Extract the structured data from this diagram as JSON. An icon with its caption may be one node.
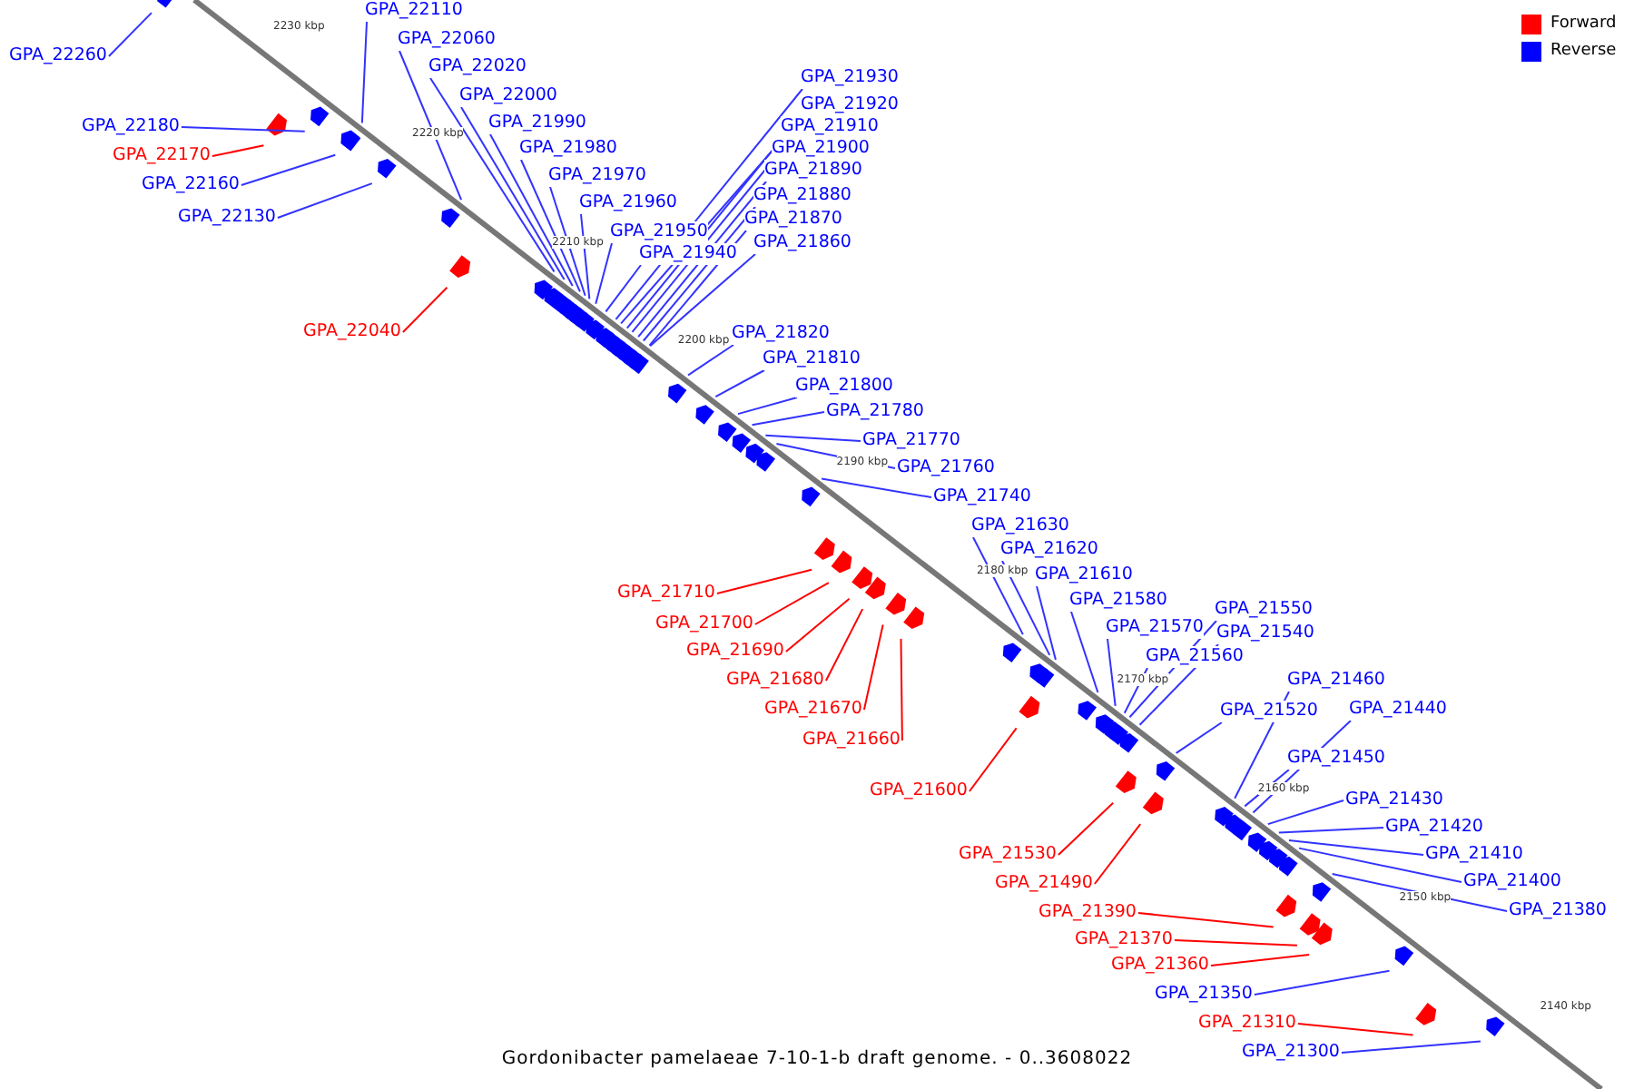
{
  "diagram": {
    "caption": "Gordonibacter pamelaeae 7-10-1-b draft genome. - 0..3608022",
    "nodes": [
      {
        "text": [
          "GPA_22110"
        ]
      },
      {
        "text": [
          "GPA_22060"
        ]
      },
      {
        "text": [
          "GPA_22260"
        ]
      },
      {
        "text": [
          "GPA_22020"
        ]
      },
      {
        "text": [
          "GPA_21930"
        ]
      },
      {
        "text": [
          "GPA_22000"
        ]
      },
      {
        "text": [
          "GPA_21920"
        ]
      },
      {
        "text": [
          "GPA_21990"
        ]
      },
      {
        "text": [
          "GPA_22180"
        ]
      },
      {
        "text": [
          "GPA_21910"
        ]
      },
      {
        "text": [
          "GPA_21980"
        ]
      },
      {
        "text": [
          "GPA_21900"
        ]
      },
      {
        "text": [
          "GPA_22170"
        ]
      },
      {
        "text": [
          "GPA_21890"
        ]
      },
      {
        "text": [
          "GPA_21970"
        ]
      },
      {
        "text": [
          "GPA_22160"
        ]
      },
      {
        "text": [
          "GPA_21880"
        ]
      },
      {
        "text": [
          "GPA_21960"
        ]
      },
      {
        "text": [
          "GPA_22130"
        ]
      },
      {
        "text": [
          "GPA_21870"
        ]
      },
      {
        "text": [
          "GPA_21950"
        ]
      },
      {
        "text": [
          "GPA_21860"
        ]
      },
      {
        "text": [
          "GPA_21940"
        ]
      },
      {
        "text": [
          "GPA_22040"
        ]
      },
      {
        "text": [
          "GPA_21820"
        ]
      },
      {
        "text": [
          "GPA_21810"
        ]
      },
      {
        "text": [
          "GPA_21800"
        ]
      },
      {
        "text": [
          "GPA_21780"
        ]
      },
      {
        "text": [
          "GPA_21770"
        ]
      },
      {
        "text": [
          "GPA_21760"
        ]
      },
      {
        "text": [
          "GPA_21740"
        ]
      },
      {
        "text": [
          "GPA_21630"
        ]
      },
      {
        "text": [
          "GPA_21620"
        ]
      },
      {
        "text": [
          "GPA_21610"
        ]
      },
      {
        "text": [
          "GPA_21710"
        ]
      },
      {
        "text": [
          "GPA_21580"
        ]
      },
      {
        "text": [
          "GPA_21550"
        ]
      },
      {
        "text": [
          "GPA_21700"
        ]
      },
      {
        "text": [
          "GPA_21570"
        ]
      },
      {
        "text": [
          "GPA_21540"
        ]
      },
      {
        "text": [
          "GPA_21690"
        ]
      },
      {
        "text": [
          "GPA_21560"
        ]
      },
      {
        "text": [
          "GPA_21460"
        ]
      },
      {
        "text": [
          "GPA_21680"
        ]
      },
      {
        "text": [
          "GPA_21520"
        ]
      },
      {
        "text": [
          "GPA_21440"
        ]
      },
      {
        "text": [
          "GPA_21670"
        ]
      },
      {
        "text": [
          "GPA_21660"
        ]
      },
      {
        "text": [
          "GPA_21450"
        ]
      },
      {
        "text": [
          "GPA_21600"
        ]
      },
      {
        "text": [
          "GPA_21430"
        ]
      },
      {
        "text": [
          "GPA_21420"
        ]
      },
      {
        "text": [
          "GPA_21530"
        ]
      },
      {
        "text": [
          "GPA_21410"
        ]
      },
      {
        "text": [
          "GPA_21490"
        ]
      },
      {
        "text": [
          "GPA_21400"
        ]
      },
      {
        "text": [
          "GPA_21390"
        ]
      },
      {
        "text": [
          "GPA_21380"
        ]
      },
      {
        "text": [
          "GPA_21370"
        ]
      },
      {
        "text": [
          "GPA_21360"
        ]
      },
      {
        "text": [
          "GPA_21350"
        ]
      },
      {
        "text": [
          "GPA_21310"
        ]
      },
      {
        "text": [
          "GPA_21300"
        ]
      }
    ],
    "edges": [
      {
        "from": 0,
        "to": null,
        "arrow": "none"
      },
      {
        "from": 1,
        "to": null,
        "arrow": "none"
      },
      {
        "from": 2,
        "to": null,
        "arrow": "none"
      },
      {
        "from": 3,
        "to": null,
        "arrow": "none"
      },
      {
        "from": 4,
        "to": null,
        "arrow": "none"
      },
      {
        "from": 5,
        "to": null,
        "arrow": "none"
      },
      {
        "from": 6,
        "to": null,
        "arrow": "none"
      },
      {
        "from": 7,
        "to": null,
        "arrow": "none"
      },
      {
        "from": 8,
        "to": null,
        "arrow": "none"
      },
      {
        "from": 9,
        "to": null,
        "arrow": "none"
      },
      {
        "from": 10,
        "to": null,
        "arrow": "none"
      },
      {
        "from": 11,
        "to": null,
        "arrow": "none"
      },
      {
        "from": 12,
        "to": null,
        "arrow": "none",
        "color": "#ff0000"
      },
      {
        "from": 13,
        "to": null,
        "arrow": "none"
      },
      {
        "from": 14,
        "to": null,
        "arrow": "none"
      },
      {
        "from": 15,
        "to": null,
        "arrow": "none"
      },
      {
        "from": 16,
        "to": null,
        "arrow": "none"
      },
      {
        "from": 17,
        "to": null,
        "arrow": "none"
      },
      {
        "from": 18,
        "to": null,
        "arrow": "none"
      },
      {
        "from": 19,
        "to": null,
        "arrow": "none"
      },
      {
        "from": 20,
        "to": null,
        "arrow": "none"
      },
      {
        "from": 21,
        "to": null,
        "arrow": "none"
      },
      {
        "from": 22,
        "to": null,
        "arrow": "none"
      },
      {
        "from": 23,
        "to": null,
        "arrow": "none",
        "color": "#ff0000"
      },
      {
        "from": 24,
        "to": null,
        "arrow": "none"
      },
      {
        "from": 25,
        "to": null,
        "arrow": "none"
      },
      {
        "from": 26,
        "to": null,
        "arrow": "none"
      },
      {
        "from": 27,
        "to": null,
        "arrow": "none"
      },
      {
        "from": 28,
        "to": null,
        "arrow": "none"
      },
      {
        "from": 29,
        "to": null,
        "arrow": "none"
      },
      {
        "from": 30,
        "to": null,
        "arrow": "none"
      },
      {
        "from": 31,
        "to": null,
        "arrow": "none"
      },
      {
        "from": 32,
        "to": null,
        "arrow": "none"
      },
      {
        "from": 33,
        "to": null,
        "arrow": "none"
      },
      {
        "from": 34,
        "to": null,
        "arrow": "none",
        "color": "#ff0000"
      },
      {
        "from": 35,
        "to": null,
        "arrow": "none"
      },
      {
        "from": 36,
        "to": null,
        "arrow": "none"
      },
      {
        "from": 37,
        "to": null,
        "arrow": "none",
        "color": "#ff0000"
      },
      {
        "from": 38,
        "to": null,
        "arrow": "none"
      },
      {
        "from": 39,
        "to": null,
        "arrow": "none"
      },
      {
        "from": 40,
        "to": null,
        "arrow": "none",
        "color": "#ff0000"
      },
      {
        "from": 41,
        "to": null,
        "arrow": "none"
      },
      {
        "from": 42,
        "to": null,
        "arrow": "none"
      },
      {
        "from": 43,
        "to": null,
        "arrow": "none",
        "color": "#ff0000"
      },
      {
        "from": 44,
        "to": null,
        "arrow": "none"
      },
      {
        "from": 45,
        "to": null,
        "arrow": "none"
      },
      {
        "from": 46,
        "to": null,
        "arrow": "none",
        "color": "#ff0000"
      },
      {
        "from": 47,
        "to": null,
        "arrow": "none",
        "color": "#ff0000"
      },
      {
        "from": 48,
        "to": null,
        "arrow": "none"
      },
      {
        "from": 49,
        "to": null,
        "arrow": "none",
        "color": "#ff0000"
      },
      {
        "from": 50,
        "to": null,
        "arrow": "none"
      },
      {
        "from": 51,
        "to": null,
        "arrow": "none"
      },
      {
        "from": 52,
        "to": null,
        "arrow": "none",
        "color": "#ff0000"
      },
      {
        "from": 53,
        "to": null,
        "arrow": "none"
      },
      {
        "from": 54,
        "to": null,
        "arrow": "none",
        "color": "#ff0000"
      },
      {
        "from": 55,
        "to": null,
        "arrow": "none"
      },
      {
        "from": 56,
        "to": null,
        "arrow": "none",
        "color": "#ff0000"
      },
      {
        "from": 57,
        "to": null,
        "arrow": "none"
      },
      {
        "from": 58,
        "to": null,
        "arrow": "none",
        "color": "#ff0000"
      },
      {
        "from": 59,
        "to": null,
        "arrow": "none",
        "color": "#ff0000"
      },
      {
        "from": 60,
        "to": null,
        "arrow": "none"
      },
      {
        "from": 61,
        "to": null,
        "arrow": "none",
        "color": "#ff0000"
      },
      {
        "from": 62,
        "to": null,
        "arrow": "none"
      }
    ],
    "labels": [
      "2230 kbp",
      "2220 kbp",
      "2210 kbp",
      "2200 kbp",
      "2190 kbp",
      "2180 kbp",
      "2170 kbp",
      "2160 kbp",
      "2150 kbp",
      "2140 kbp"
    ],
    "legend": [
      {
        "text": "Forward",
        "color": "#ff0000"
      },
      {
        "text": "Reverse",
        "color": "#0000ff"
      }
    ]
  }
}
